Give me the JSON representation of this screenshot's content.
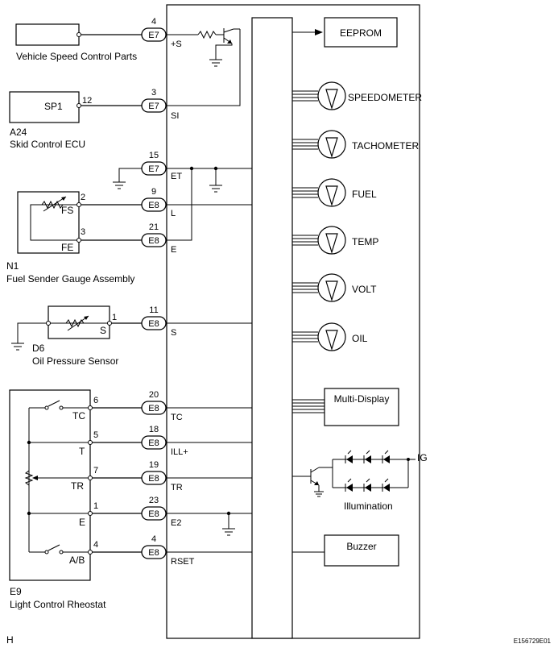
{
  "diagram": {
    "components": {
      "vehicle_speed_control_parts": "Vehicle Speed Control Parts",
      "skid_control_ecu_code": "A24",
      "skid_control_ecu": "Skid Control ECU",
      "fuel_sender_code": "N1",
      "fuel_sender": "Fuel Sender Gauge Assembly",
      "oil_pressure_sensor_code": "D6",
      "oil_pressure_sensor": "Oil Pressure Sensor",
      "light_control_rheostat_code": "E9",
      "light_control_rheostat": "Light Control Rheostat"
    },
    "meter": {
      "eeprom": "EEPROM",
      "gauges": [
        "SPEEDOMETER",
        "TACHOMETER",
        "FUEL",
        "TEMP",
        "VOLT",
        "OIL"
      ],
      "multi_display": "Multi-Display",
      "illumination": "Illumination",
      "ig": "IG",
      "buzzer": "Buzzer"
    },
    "connections": [
      {
        "pin": "4",
        "conn": "E7",
        "signal": "+S"
      },
      {
        "pin": "3",
        "conn": "E7",
        "signal": "SI"
      },
      {
        "pin": "15",
        "conn": "E7",
        "signal": "ET"
      },
      {
        "pin": "9",
        "conn": "E8",
        "signal": "L"
      },
      {
        "pin": "21",
        "conn": "E8",
        "signal": "E"
      },
      {
        "pin": "11",
        "conn": "E8",
        "signal": "S"
      },
      {
        "pin": "20",
        "conn": "E8",
        "signal": "TC"
      },
      {
        "pin": "18",
        "conn": "E8",
        "signal": "ILL+"
      },
      {
        "pin": "19",
        "conn": "E8",
        "signal": "TR"
      },
      {
        "pin": "23",
        "conn": "E8",
        "signal": "E2"
      },
      {
        "pin": "4",
        "conn": "E8",
        "signal": "RSET"
      }
    ],
    "component_pins": {
      "sp1": "SP1",
      "sp1_num": "12",
      "fs": "FS",
      "fs_num": "2",
      "fe": "FE",
      "fe_num": "3",
      "s": "S",
      "s_num": "1",
      "tc": "TC",
      "tc_num": "6",
      "t": "T",
      "t_num": "5",
      "tr": "TR",
      "tr_num": "7",
      "e": "E",
      "e_num": "1",
      "ab": "A/B",
      "ab_num": "4"
    },
    "footer": {
      "left": "H",
      "right": "E156729E01"
    }
  }
}
